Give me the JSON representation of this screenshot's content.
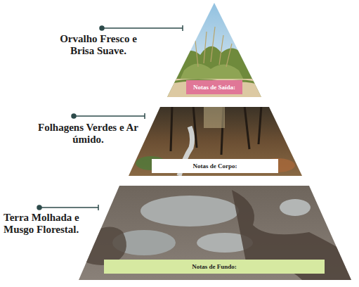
{
  "diagram": {
    "nodes": [
      {
        "text": [
          "Notas de Saída:"
        ]
      },
      {
        "text": [
          "Notas de Corpo:"
        ]
      },
      {
        "text": [
          "Notas de Fundo:"
        ]
      }
    ],
    "labels": [
      "Orvalho Fresco e Brisa Suave.",
      "Folhagens Verdes e Ar úmido.",
      "Terra Molhada e Musgo Florestal."
    ]
  }
}
